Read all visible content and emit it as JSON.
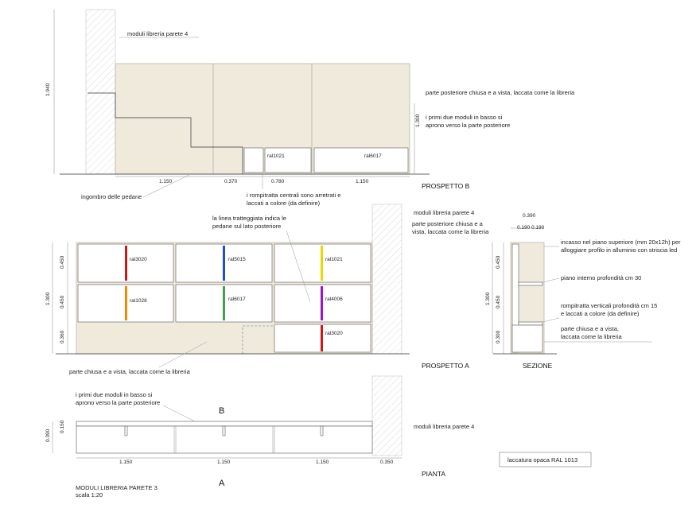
{
  "labels": {
    "wall_top": "moduli libreria parete 4",
    "back_closed_b": "parte posteriore chiusa e a vista, laccata come la libreria",
    "first_two_open_b_1": "i primi due moduli in basso si",
    "first_two_open_b_2": "aprono verso la parte posteriore",
    "pedane": "ingombro delle pedane",
    "rompitratta_1": "i rompitratta centrali sono arretrati e",
    "rompitratta_2": "laccati a colore (da definire)",
    "dashed_1": "la linea tratteggiata indica le",
    "dashed_2": "pedane sul lato posteriore",
    "wall_a": "moduli libreria parete 4",
    "back_a_1": "parte posteriore chiusa e a",
    "back_a_2": "vista, laccata come la libreria",
    "closed_visible_a": "parte chiusa e a vista, laccata come la libreria",
    "first_two_open_p_1": "i primi due moduli in basso si",
    "first_two_open_p_2": "aprono verso la parte posteriore",
    "wall_p": "moduli libreria parete 4",
    "incasso_1": "incasso nel piano superiore (mm 20x12h) per",
    "incasso_2": "alloggiare profilo in alluminio con striscia led",
    "piano_interno": "piano interno profondità cm 30",
    "rompitratta_v_1": "rompitratta verticali profondità cm 15",
    "rompitratta_v_2": "e laccati a colore (da definire)",
    "parte_chiusa_1": "parte chiusa e a vista,",
    "parte_chiusa_2": "laccata come la libreria",
    "lacquer": "laccatura opaca RAL 1013",
    "title": "MODULI LIBRERIA PARETE 3",
    "scale": "scala 1:20"
  },
  "view_titles": {
    "b": "PROSPETTO  B",
    "a": "PROSPETTO  A",
    "section": "SEZIONE",
    "plan": "PIANTA"
  },
  "markers": {
    "b": "B",
    "a": "A"
  },
  "dims": {
    "b_height": "1.940",
    "b_right": "1.300",
    "b_1": "1.150",
    "b_2": "0.370",
    "b_3": "0.780",
    "b_4": "1.150",
    "a_left": "1.300",
    "a_r1": "0.450",
    "a_r2": "0.450",
    "a_r3": "0.360",
    "s_top": "0.390",
    "s_a": "0.190",
    "s_b": "0.190",
    "s_left": "1.300",
    "s_r1": "0.450",
    "s_r2": "0.450",
    "s_r3": "0.300",
    "p_d1": "0.390",
    "p_d2": "0.150",
    "p_1": "1.150",
    "p_2": "1.150",
    "p_3": "1.150",
    "p_4": "0.350"
  },
  "ral_b": [
    {
      "code": "ral1021",
      "color": "#e6d800"
    },
    {
      "code": "ral6017",
      "color": "#3fa34d"
    }
  ],
  "ral_a": [
    {
      "code": "ral3020",
      "color": "#d01818"
    },
    {
      "code": "ral5015",
      "color": "#1d4fd6"
    },
    {
      "code": "ral1021",
      "color": "#e6d800"
    },
    {
      "code": "ral1028",
      "color": "#f08a00"
    },
    {
      "code": "ral6017",
      "color": "#3fa34d"
    },
    {
      "code": "ral4006",
      "color": "#a016c6"
    },
    {
      "code": "ral3020",
      "color": "#d01818"
    }
  ],
  "colors": {
    "lacquer_fill": "#efeadc"
  }
}
